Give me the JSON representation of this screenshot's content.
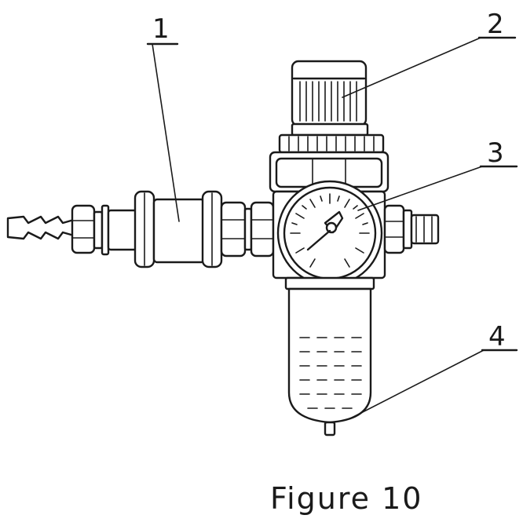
{
  "figure": {
    "caption": "Figure 10",
    "callouts": [
      {
        "id": "1",
        "label": "1"
      },
      {
        "id": "2",
        "label": "2"
      },
      {
        "id": "3",
        "label": "3"
      },
      {
        "id": "4",
        "label": "4"
      }
    ]
  }
}
